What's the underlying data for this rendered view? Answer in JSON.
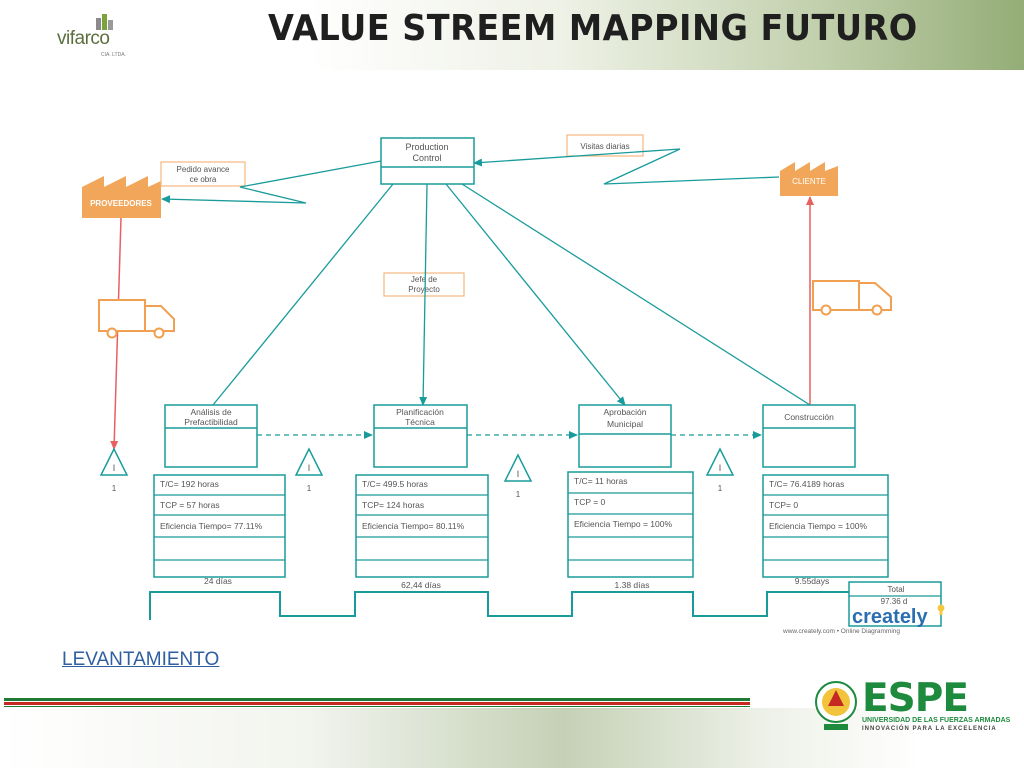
{
  "header": {
    "title": "VALUE STREEM MAPPING FUTURO",
    "logo_text": "vifarco",
    "logo_sub": "CIA. LTDA."
  },
  "diagram": {
    "production_control": [
      "Production",
      "Control"
    ],
    "supplier": "PROVEEDORES",
    "customer": "CLIENTE",
    "notes": {
      "pedido": [
        "Pedido avance",
        "ce obra"
      ],
      "visitas": "Visitas diarias",
      "jefe": [
        "Jefe de",
        "Proyecto"
      ]
    },
    "processes": [
      {
        "name": [
          "Análisis de",
          "Prefactibilidad"
        ],
        "tc": "T/C= 192 horas",
        "tcp": "TCP = 57 horas",
        "ef": "Eficiencia Tiempo= 77.11%",
        "time": "24 días"
      },
      {
        "name": [
          "Planificación",
          "Técnica"
        ],
        "tc": "T/C= 499.5 horas",
        "tcp": "TCP= 124 horas",
        "ef": "Eficiencia Tiempo= 80.11%",
        "time": "62,44 días"
      },
      {
        "name": [
          "Aprobación",
          "Municipal"
        ],
        "tc": "T/C= 11 horas",
        "tcp": "TCP = 0",
        "ef": "Eficiencia Tiempo = 100%",
        "time": "1.38 días"
      },
      {
        "name": [
          "Construcción"
        ],
        "tc": "T/C= 76.4189 horas",
        "tcp": "TCP= 0",
        "ef": "Eficiencia Tiempo = 100%",
        "time": "9.55days"
      }
    ],
    "inventory": [
      {
        "label": "I",
        "qty": "1"
      },
      {
        "label": "I",
        "qty": "1"
      },
      {
        "label": "I",
        "qty": "1"
      },
      {
        "label": "I",
        "qty": "1"
      }
    ],
    "total": [
      "Total",
      "97.36 d"
    ],
    "watermark": "creately",
    "watermark_url": "www.creately.com • Online Diagramming"
  },
  "footer": {
    "link": "LEVANTAMIENTO",
    "espe_word": "ESPE",
    "espe_line1": "UNIVERSIDAD DE LAS FUERZAS ARMADAS",
    "espe_line2": "INNOVACIÓN PARA LA EXCELENCIA"
  },
  "colors": {
    "teal": "#1a9b9b",
    "orange": "#f2a65a",
    "truck": "#f0a050",
    "shipment_arrow": "#e86060",
    "espe_green": "#1e8a3e",
    "title_bar_green": "#94ad77"
  },
  "icons": [
    "factory-icon",
    "truck-icon",
    "inventory-triangle-icon",
    "espe-seal-icon",
    "lightbulb-icon"
  ]
}
